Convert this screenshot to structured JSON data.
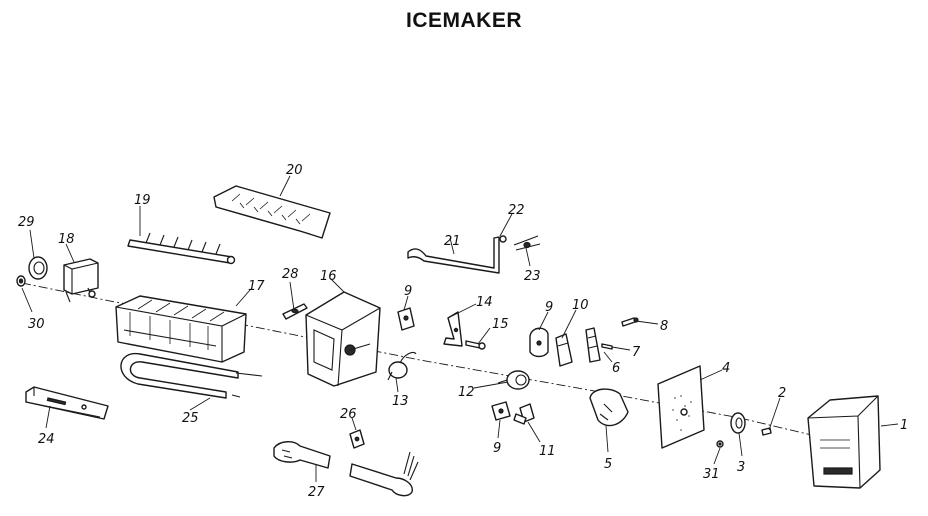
{
  "title": "ICEMAKER",
  "callouts": [
    {
      "id": "c1",
      "label": "1"
    },
    {
      "id": "c2",
      "label": "2"
    },
    {
      "id": "c3",
      "label": "3"
    },
    {
      "id": "c4",
      "label": "4"
    },
    {
      "id": "c5",
      "label": "5"
    },
    {
      "id": "c6",
      "label": "6"
    },
    {
      "id": "c7",
      "label": "7"
    },
    {
      "id": "c8",
      "label": "8"
    },
    {
      "id": "c9a",
      "label": "9"
    },
    {
      "id": "c9b",
      "label": "9"
    },
    {
      "id": "c9c",
      "label": "9"
    },
    {
      "id": "c10",
      "label": "10"
    },
    {
      "id": "c11",
      "label": "11"
    },
    {
      "id": "c12",
      "label": "12"
    },
    {
      "id": "c13",
      "label": "13"
    },
    {
      "id": "c14",
      "label": "14"
    },
    {
      "id": "c15",
      "label": "15"
    },
    {
      "id": "c16",
      "label": "16"
    },
    {
      "id": "c17",
      "label": "17"
    },
    {
      "id": "c18",
      "label": "18"
    },
    {
      "id": "c19",
      "label": "19"
    },
    {
      "id": "c20",
      "label": "20"
    },
    {
      "id": "c21",
      "label": "21"
    },
    {
      "id": "c22",
      "label": "22"
    },
    {
      "id": "c23",
      "label": "23"
    },
    {
      "id": "c24",
      "label": "24"
    },
    {
      "id": "c25",
      "label": "25"
    },
    {
      "id": "c26",
      "label": "26"
    },
    {
      "id": "c27",
      "label": "27"
    },
    {
      "id": "c28",
      "label": "28"
    },
    {
      "id": "c29",
      "label": "29"
    },
    {
      "id": "c30",
      "label": "30"
    },
    {
      "id": "c31",
      "label": "31"
    }
  ]
}
